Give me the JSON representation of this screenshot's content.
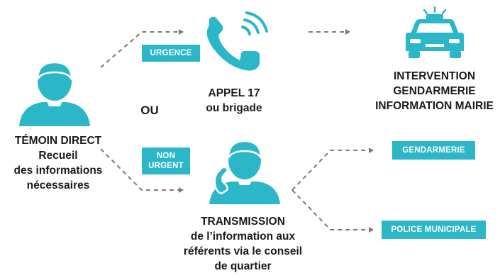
{
  "colors": {
    "accent": "#2cb7c9",
    "text": "#1a1a1a",
    "dash": "#7a7a7a"
  },
  "icons": {
    "witness": "person-icon",
    "call": "phone-icon",
    "vehicle": "police-car-icon",
    "operator": "person-with-phone-icon"
  },
  "witness": {
    "lines": [
      "TÉMOIN DIRECT",
      "Recueil",
      "des informations",
      "nécessaires"
    ]
  },
  "or_label": "OU",
  "badges": {
    "urgent": "URGENCE",
    "non_urgent_1": "NON",
    "non_urgent_2": "URGENT",
    "gendarmerie": "GENDARMERIE",
    "police": "POLICE MUNICIPALE"
  },
  "call": {
    "lines": [
      "APPEL 17",
      "ou brigade"
    ]
  },
  "intervention": {
    "lines": [
      "INTERVENTION",
      "GENDARMERIE",
      "INFORMATION MAIRIE"
    ]
  },
  "transmission": {
    "lines": [
      "TRANSMISSION",
      "de l’information aux",
      "référents via le conseil",
      "de quartier"
    ]
  }
}
